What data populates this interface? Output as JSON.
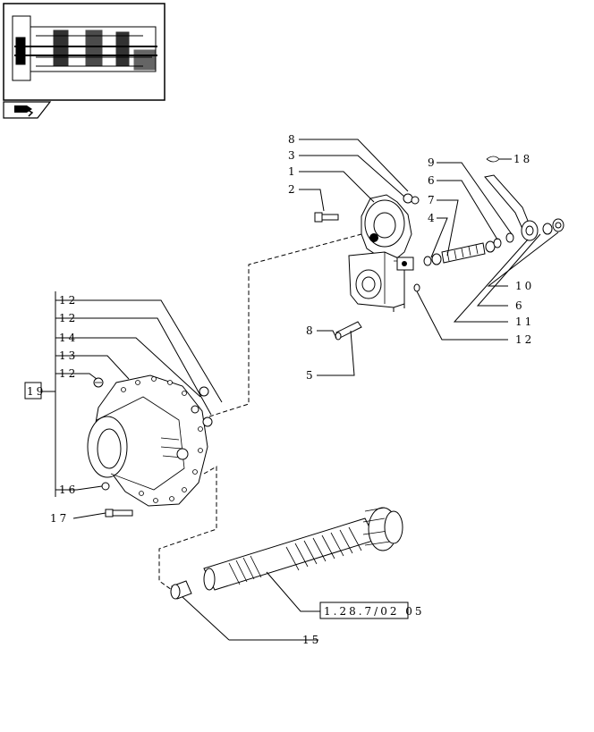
{
  "callouts": {
    "c1": "1",
    "c2": "2",
    "c3": "3",
    "c4": "4",
    "c5": "5",
    "c6a": "6",
    "c6b": "6",
    "c7": "7",
    "c8a": "8",
    "c8b": "8",
    "c9": "9",
    "c10": "10",
    "c11": "11",
    "c12a": "12",
    "c12b": "12",
    "c12c": "12",
    "c12d": "12",
    "c13": "13",
    "c14": "14",
    "c15": "15",
    "c16": "16",
    "c17": "17",
    "c18": "18",
    "c19": "19"
  },
  "reference": {
    "label": "1.28.7/02 05"
  },
  "icons": {
    "nav": "next-page-arrow-icon",
    "thumb": "transmission-section-thumbnail"
  }
}
